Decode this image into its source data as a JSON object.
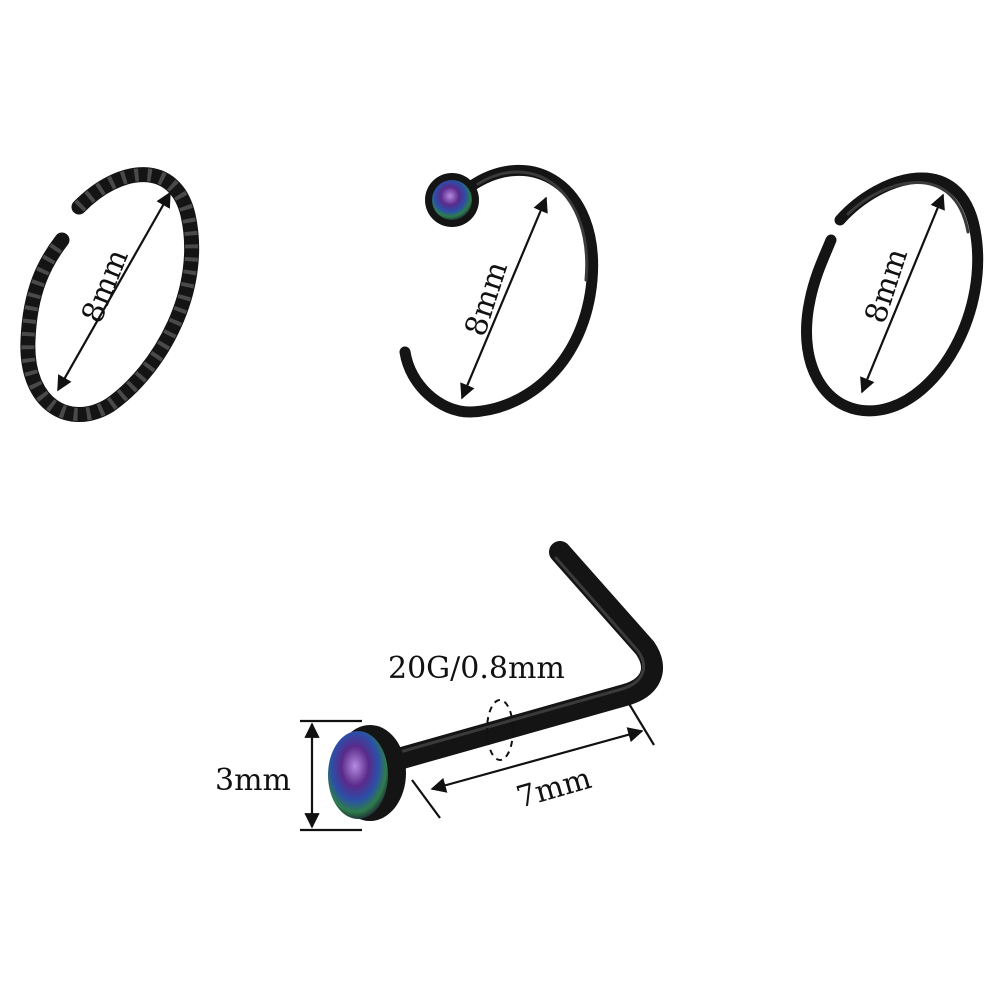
{
  "colors": {
    "background": "#ffffff",
    "metal": "#141414",
    "metal_highlight": "#3a3a3a",
    "gem_purple": "#5a2a8a",
    "gem_blue": "#2b4fa8",
    "gem_green": "#2e7d4a",
    "dimension_ink": "#111111"
  },
  "products": [
    {
      "name": "twisted-open-hoop",
      "dimension_label": "8mm"
    },
    {
      "name": "gem-nose-hoop",
      "dimension_label": "8mm"
    },
    {
      "name": "plain-seamless-hoop",
      "dimension_label": "8mm"
    },
    {
      "name": "l-shape-nose-stud",
      "gauge_label": "20G/0.8mm",
      "head_label": "3mm",
      "post_label": "7mm"
    }
  ]
}
